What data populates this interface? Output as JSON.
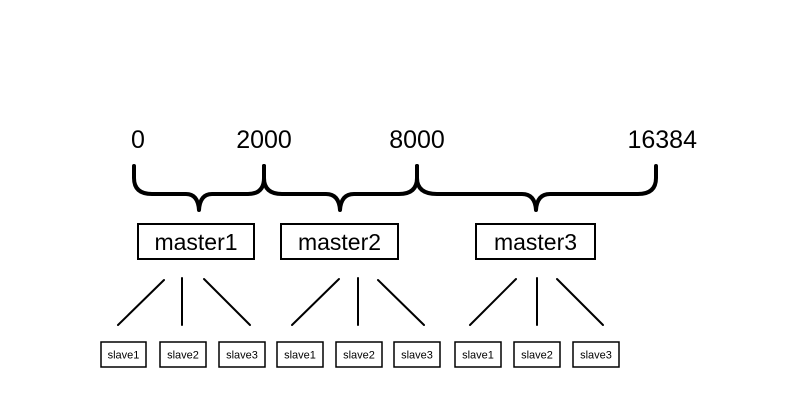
{
  "scale": {
    "ticks": [
      "0",
      "2000",
      "8000",
      "16384"
    ]
  },
  "masters": [
    {
      "label": "master1",
      "slaves": [
        "slave1",
        "slave2",
        "slave3"
      ]
    },
    {
      "label": "master2",
      "slaves": [
        "slave1",
        "slave2",
        "slave3"
      ]
    },
    {
      "label": "master3",
      "slaves": [
        "slave1",
        "slave2",
        "slave3"
      ]
    }
  ],
  "colors": {
    "line": "#000000",
    "background": "#ffffff"
  }
}
